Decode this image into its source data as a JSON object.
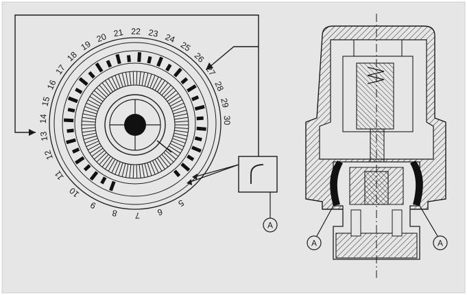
{
  "diagram": {
    "background_color": "#e6e6e6",
    "line_color": "#1a1a1a",
    "fill_color": "#111111",
    "dial": {
      "numbers_outer": [
        "13",
        "14",
        "15",
        "16",
        "17",
        "18",
        "19",
        "20",
        "21",
        "22",
        "23",
        "24",
        "25",
        "26",
        "27",
        "28",
        "29",
        "30"
      ],
      "numbers_inner": [
        "12",
        "11",
        "10",
        "9",
        "8",
        "7",
        "6",
        "5"
      ],
      "sensor_icon": "curved-contact-icon"
    },
    "callouts": [
      {
        "id": "sensor",
        "label": "A"
      },
      {
        "id": "seal-left",
        "label": "A"
      },
      {
        "id": "seal-right",
        "label": "A"
      }
    ]
  }
}
